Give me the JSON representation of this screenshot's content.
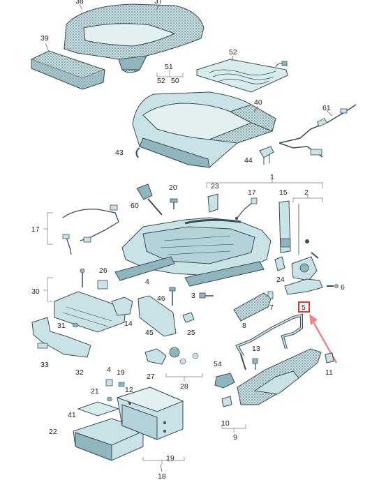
{
  "colors": {
    "part_fill": "#c9e2e6",
    "part_dark": "#8fb5bd",
    "part_stroke": "#3a4d55",
    "dots": "#4b5c61",
    "highlight": "#e23a3a",
    "arrow": "#f08585"
  },
  "labels": {
    "l38": "38",
    "l37": "37",
    "l39": "39",
    "l52": "52",
    "l51": "51",
    "l52b": "52",
    "l50": "50",
    "l40": "40",
    "l61": "61",
    "l43": "43",
    "l44": "44",
    "l1": "1",
    "l20": "20",
    "l23": "23",
    "l17a": "17",
    "l15": "15",
    "l2": "2",
    "l60": "60",
    "l17b": "17",
    "l26": "26",
    "l30": "30",
    "l4a": "4",
    "l46": "46",
    "l3": "3",
    "l24": "24",
    "l6": "6",
    "l7": "7",
    "l5": "5",
    "l14": "14",
    "l31": "31",
    "l45": "45",
    "l25": "25",
    "l8": "8",
    "l33": "33",
    "l32": "32",
    "l13": "13",
    "l11": "11",
    "l27": "27",
    "l28": "28",
    "l54": "54",
    "l4b": "4",
    "l19a": "19",
    "l21": "21",
    "l12": "12",
    "l10": "10",
    "l41": "41",
    "l22": "22",
    "l9": "9",
    "l18": "18",
    "l19b": "19"
  }
}
